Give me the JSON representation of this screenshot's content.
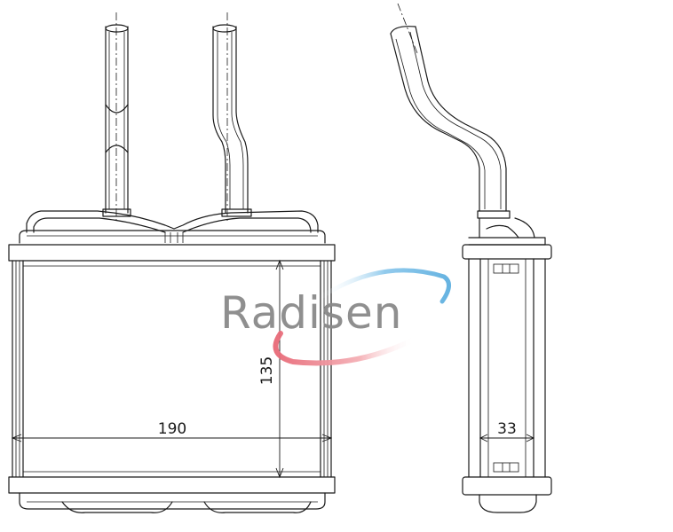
{
  "dimensions": {
    "width": "190",
    "height": "135",
    "depth": "33"
  },
  "watermark": {
    "text": "Radisen",
    "arc_top_color": "#8ec9ec",
    "arc_bottom_color": "#f08c96"
  }
}
